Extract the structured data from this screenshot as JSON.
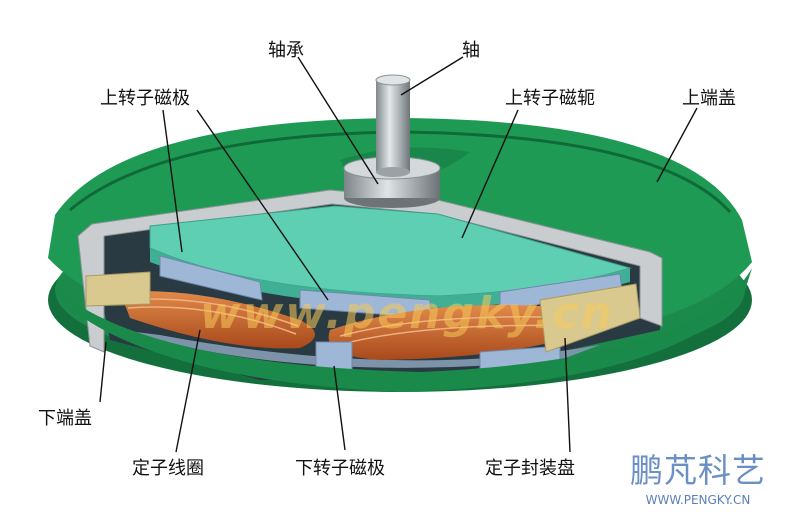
{
  "labels": {
    "bearing": "轴承",
    "shaft": "轴",
    "upper_rotor_pole": "上转子磁极",
    "upper_rotor_yoke": "上转子磁轭",
    "upper_end_cover": "上端盖",
    "lower_end_cover": "下端盖",
    "stator_coil": "定子线圈",
    "lower_rotor_pole": "下转子磁极",
    "stator_housing": "定子封装盘"
  },
  "brand": {
    "name": "鹏芃科艺",
    "url": "WWW.PENGKY.CN"
  },
  "watermark": "www.pengky.cn",
  "colors": {
    "cover_green": "#1f9a55",
    "yoke_teal": "#5fcfb4",
    "pole_blue": "#9fb7d6",
    "coil_copper": "#c8642a",
    "housing_tan": "#d9c98f",
    "shaft_gray": "#a9b1b4"
  }
}
